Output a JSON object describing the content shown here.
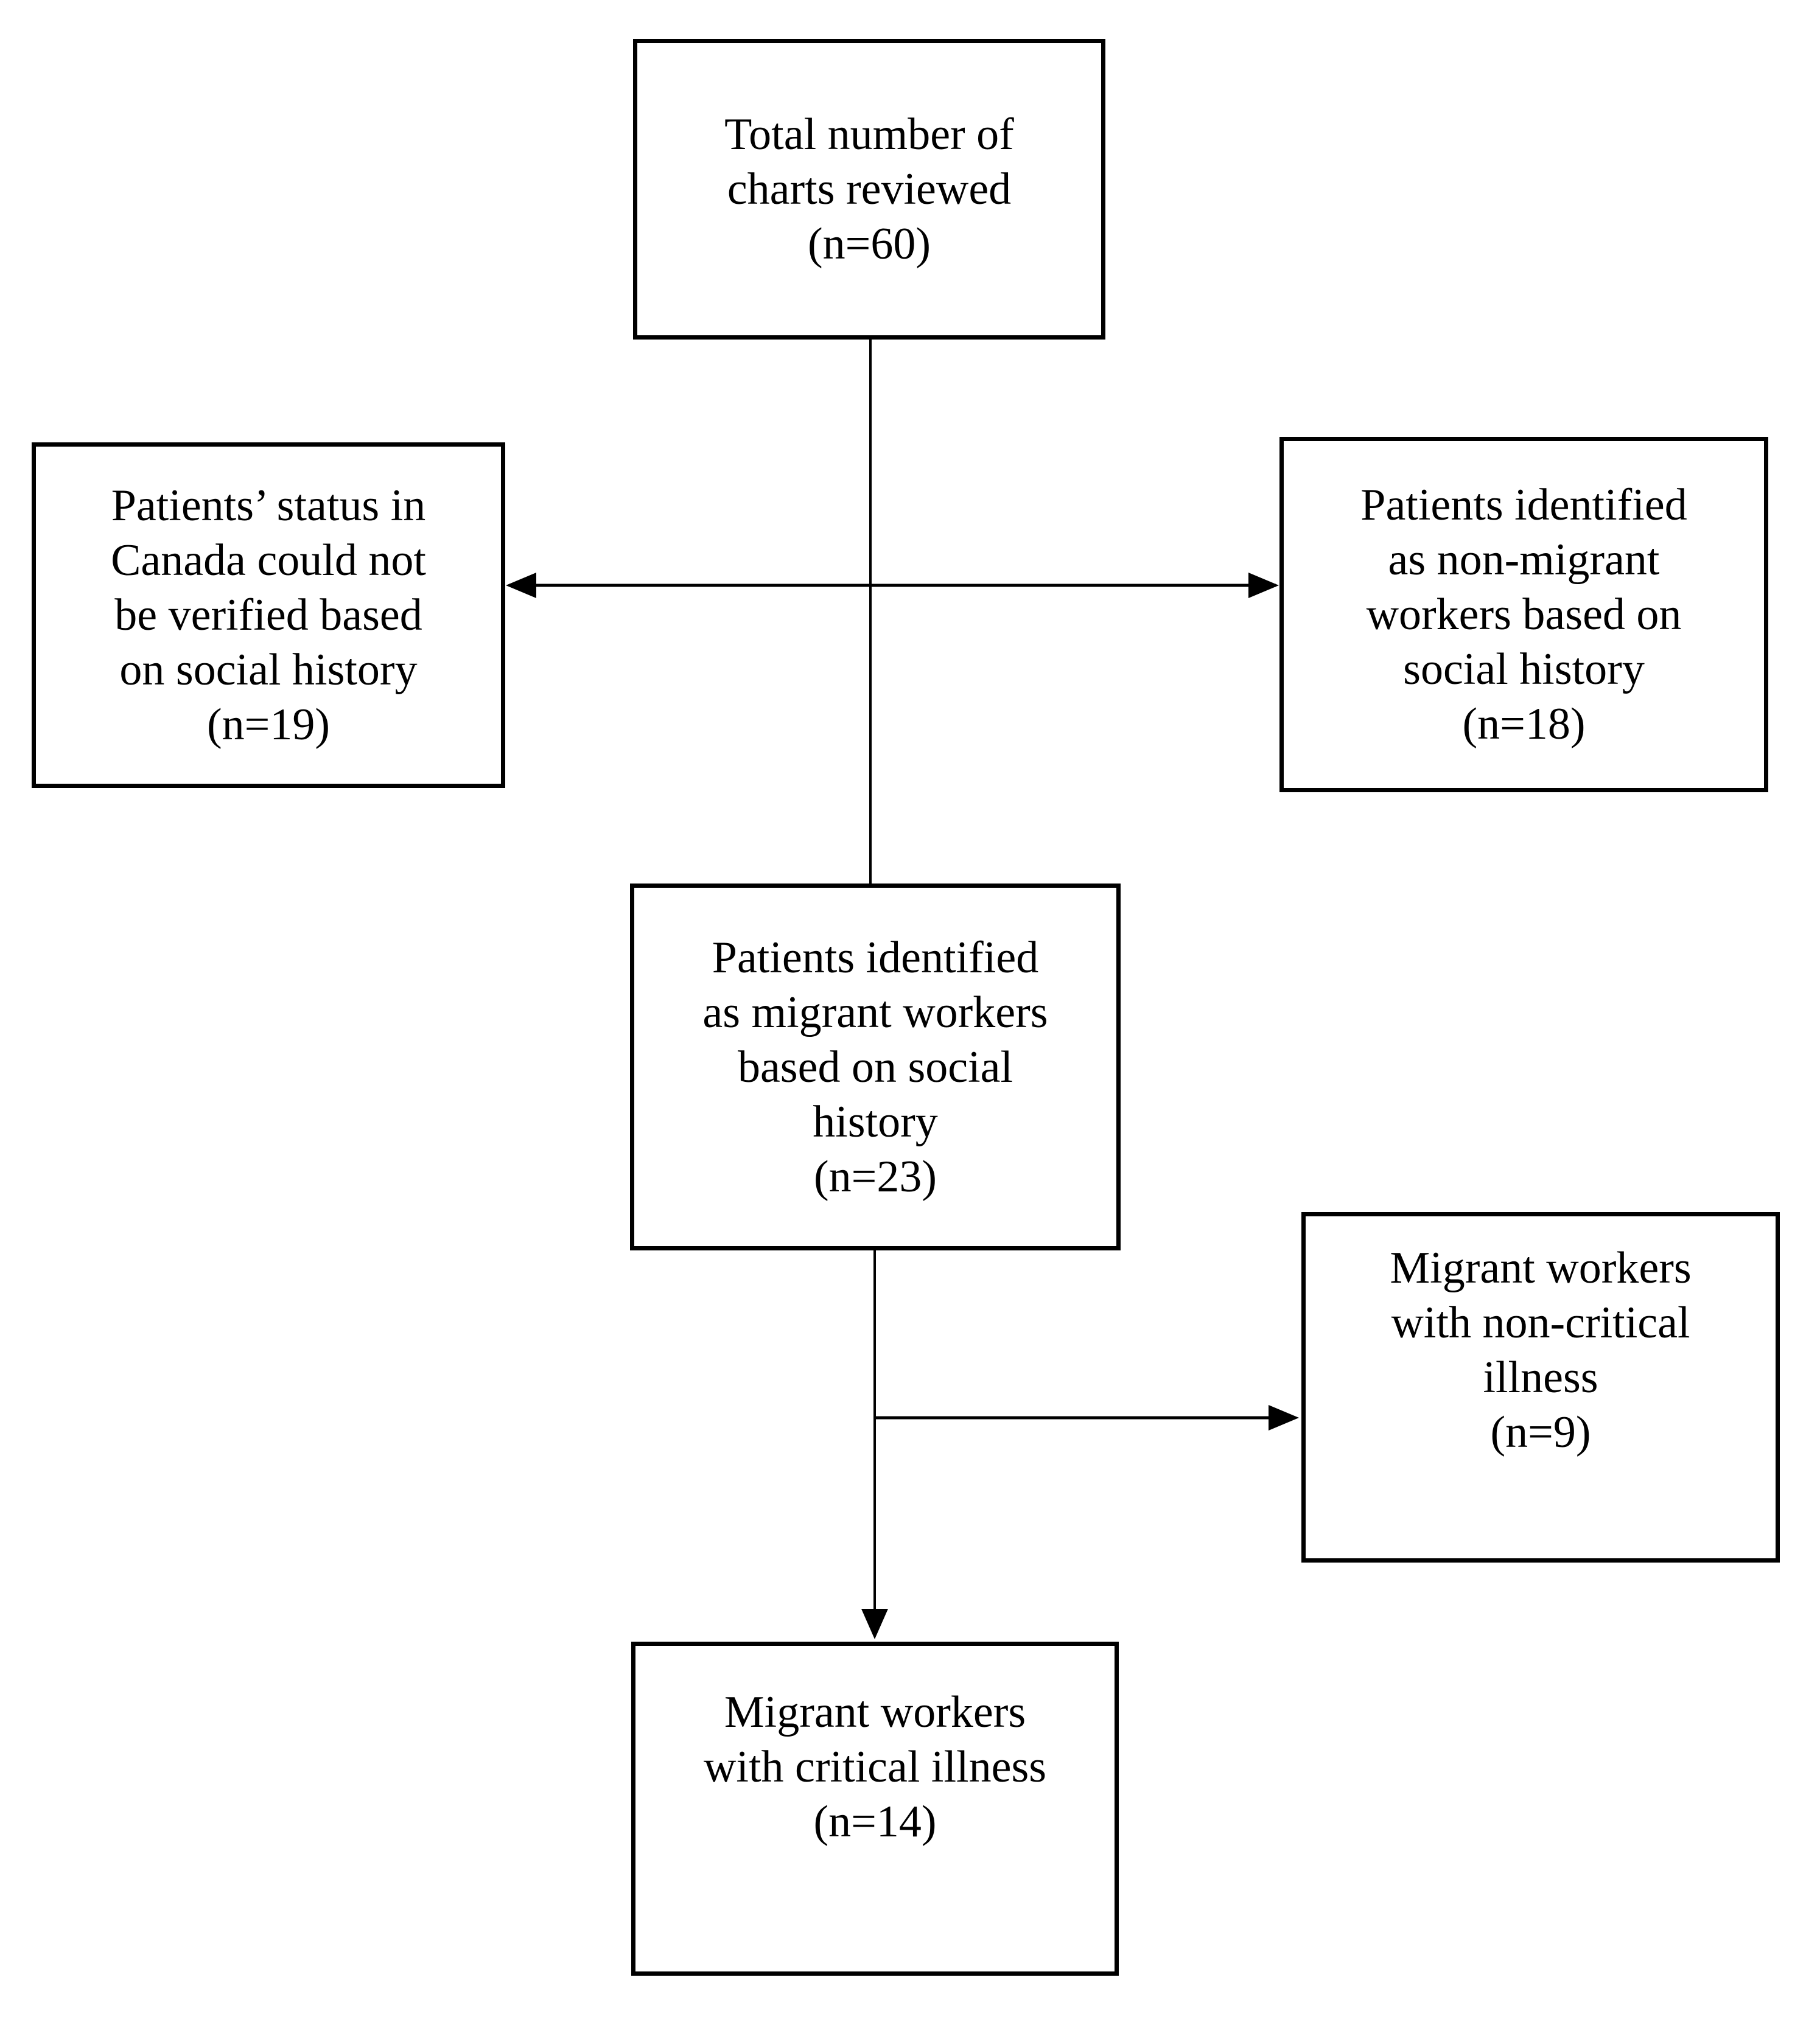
{
  "colors": {
    "background": "#ffffff",
    "line": "#000000",
    "text": "#000000"
  },
  "boxes": {
    "total": {
      "n": 60,
      "lines": [
        "Total number of",
        "charts reviewed",
        "(n=60)"
      ]
    },
    "unverified": {
      "n": 19,
      "lines": [
        "Patients’ status in",
        "Canada could not",
        "be verified based",
        "on social history",
        "(n=19)"
      ]
    },
    "non_migrant": {
      "n": 18,
      "lines": [
        "Patients identified",
        "as non-migrant",
        "workers based on",
        "social history",
        "(n=18)"
      ]
    },
    "migrant": {
      "n": 23,
      "lines": [
        "Patients identified",
        "as migrant workers",
        "based on social",
        "history",
        "(n=23)"
      ]
    },
    "non_critical": {
      "n": 9,
      "lines": [
        "Migrant workers",
        "with non-critical",
        "illness",
        "(n=9)"
      ]
    },
    "critical": {
      "n": 14,
      "lines": [
        "Migrant workers",
        "with critical illness",
        "(n=14)"
      ]
    }
  },
  "edges": [
    {
      "from": "total",
      "to": "unverified",
      "direction": "left",
      "arrowhead": true
    },
    {
      "from": "total",
      "to": "non_migrant",
      "direction": "right",
      "arrowhead": true
    },
    {
      "from": "total",
      "to": "migrant",
      "direction": "down",
      "arrowhead": false
    },
    {
      "from": "migrant",
      "to": "non_critical",
      "direction": "right",
      "arrowhead": true
    },
    {
      "from": "migrant",
      "to": "critical",
      "direction": "down",
      "arrowhead": true
    }
  ]
}
